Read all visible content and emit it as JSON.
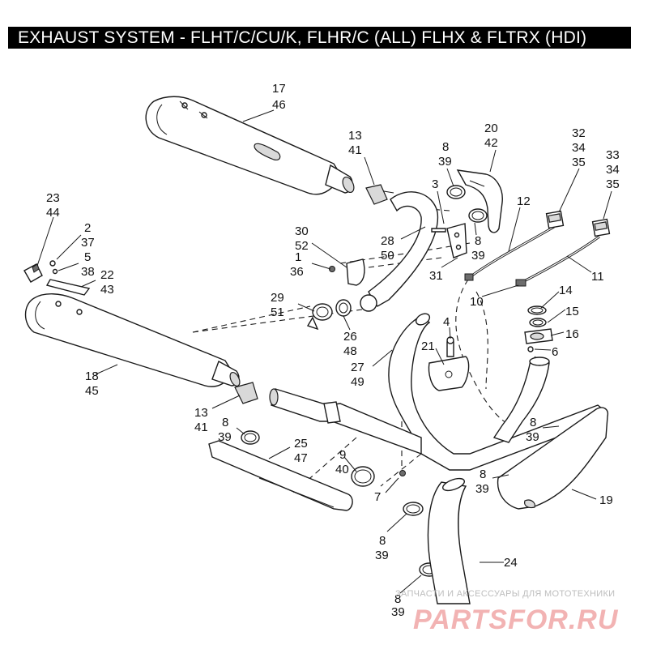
{
  "title": "EXHAUST SYSTEM - FLHT/C/CU/K, FLHR/C (ALL) FLHX & FLTRX (HDI)",
  "callouts": {
    "c17_46": [
      "17",
      "46"
    ],
    "c13_41_top": [
      "13",
      "41"
    ],
    "c8_39_top": [
      "8",
      "39"
    ],
    "c20_42": [
      "20",
      "42"
    ],
    "c32_34_35": [
      "32",
      "34",
      "35"
    ],
    "c33_34_35": [
      "33",
      "34",
      "35"
    ],
    "c3": [
      "3"
    ],
    "c12": [
      "12"
    ],
    "c23_44": [
      "23",
      "44"
    ],
    "c2_37": [
      "2",
      "37"
    ],
    "c5_38": [
      "5",
      "38"
    ],
    "c22_43": [
      "22",
      "43"
    ],
    "c30_52": [
      "30",
      "52"
    ],
    "c28_50": [
      "28",
      "50"
    ],
    "c8_39_mid": [
      "8",
      "39"
    ],
    "c1_36": [
      "1",
      "36"
    ],
    "c31": [
      "31"
    ],
    "c11": [
      "11"
    ],
    "c10": [
      "10"
    ],
    "c14": [
      "14"
    ],
    "c15": [
      "15"
    ],
    "c16": [
      "16"
    ],
    "c6": [
      "6"
    ],
    "c29_51": [
      "29",
      "51"
    ],
    "c26_48": [
      "26",
      "48"
    ],
    "c4": [
      "4"
    ],
    "c21": [
      "21"
    ],
    "c27_49": [
      "27",
      "49"
    ],
    "c18_45": [
      "18",
      "45"
    ],
    "c13_41_low": [
      "13",
      "41"
    ],
    "c8_39_left": [
      "8",
      "39"
    ],
    "c25_47": [
      "25",
      "47"
    ],
    "c9_40": [
      "9",
      "40"
    ],
    "c7": [
      "7"
    ],
    "c8_39_right1": [
      "8",
      "39"
    ],
    "c8_39_right2": [
      "8",
      "39"
    ],
    "c19": [
      "19"
    ],
    "c8_39_bottom1": [
      "8",
      "39"
    ],
    "c24": [
      "24"
    ],
    "c8_39_bottom2": [
      "8",
      "39"
    ]
  },
  "watermark": {
    "tagline": "ЗАПЧАСТИ И АКСЕССУАРЫ ДЛЯ МОТОТЕХНИКИ",
    "site": "PARTSFOR.RU"
  }
}
